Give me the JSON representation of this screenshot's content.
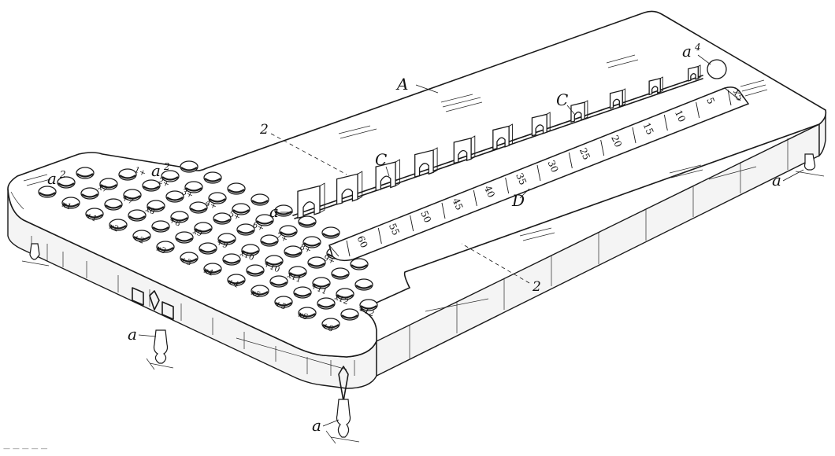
{
  "labels": {
    "board": "A",
    "foot_a": "a",
    "a2": "2",
    "a4": "4",
    "clip_c": "C",
    "scale_d": "D",
    "section": "2"
  },
  "scale_numbers": [
    "5",
    "10",
    "15",
    "20",
    "25",
    "30",
    "35",
    "40",
    "45",
    "50",
    "55",
    "60"
  ],
  "scale_end": "x5",
  "grid_numbers": [
    "x1",
    "+1",
    "x2",
    "+2",
    "x3",
    "+3",
    "x4",
    "+4",
    "x5",
    "+5",
    "x6",
    "+6",
    "x7",
    "+7",
    "x8",
    "+8",
    "x9",
    "+9",
    "x10",
    "+10",
    "x11",
    "+11",
    "x12",
    "+12",
    "1+",
    "2+",
    "3+",
    "4+",
    "5+",
    "6+",
    "7+",
    "8+",
    "9+"
  ],
  "footer": "— — — — —"
}
